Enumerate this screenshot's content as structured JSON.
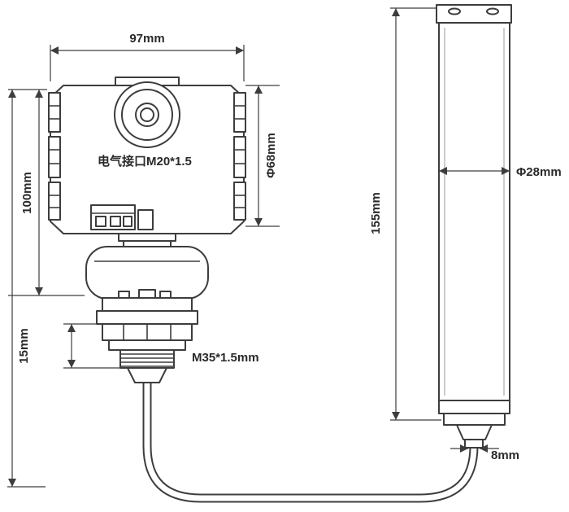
{
  "colors": {
    "background": "#ffffff",
    "line": "#3d3d3d",
    "text": "#2a2a2a"
  },
  "labels": {
    "top_width": "97mm",
    "housing_height": "100mm",
    "flange_height": "15mm",
    "housing_diameter": "Φ68mm",
    "probe_length": "155mm",
    "probe_diameter": "Φ28mm",
    "cable_diameter": "8mm",
    "thread_spec": "M35*1.5mm",
    "electrical_interface": "电气接口M20*1.5"
  }
}
